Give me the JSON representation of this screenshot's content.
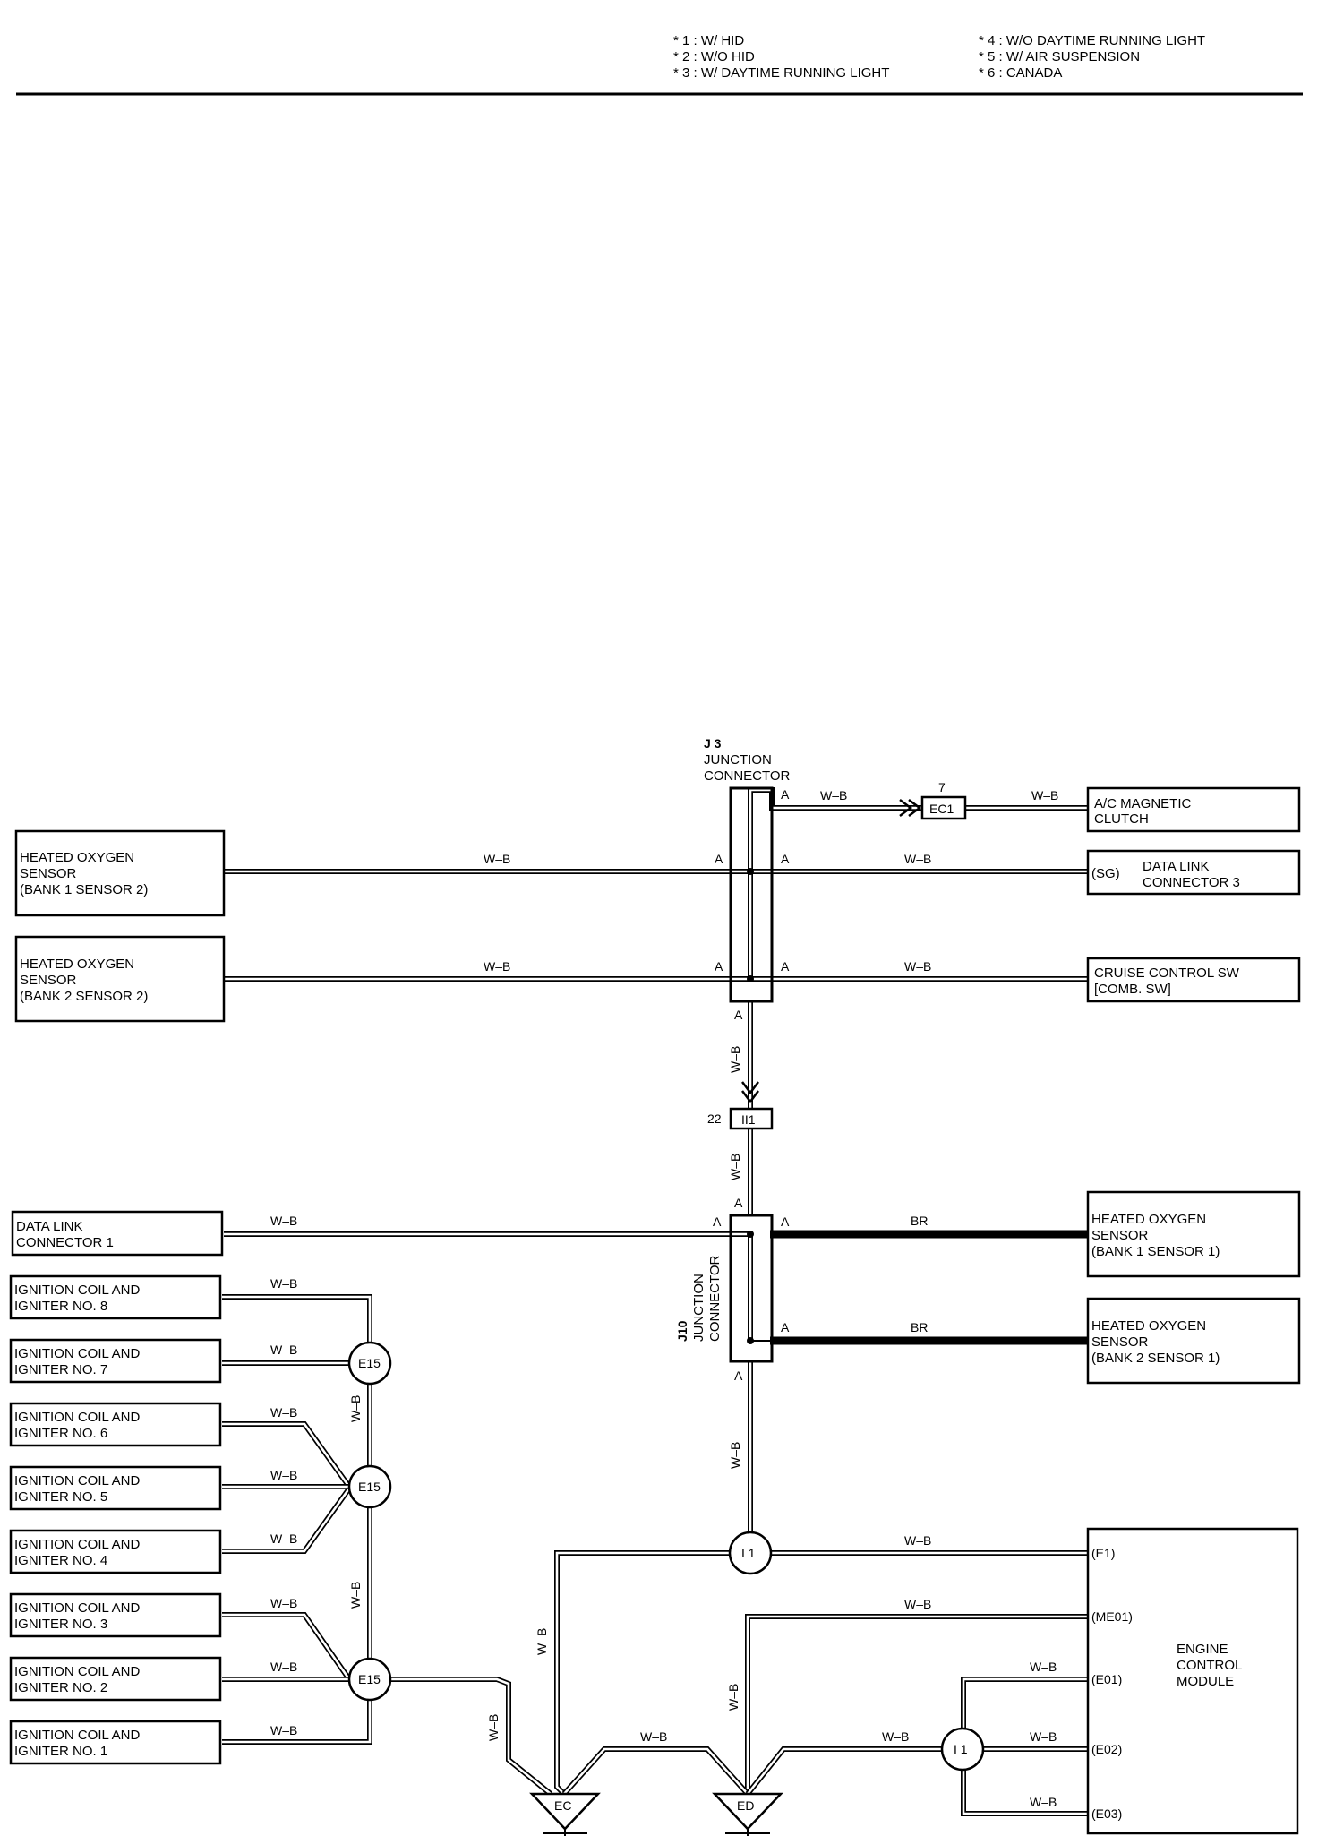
{
  "notes": [
    "* 1 : W/ HID",
    "* 2 : W/O HID",
    "* 3 : W/ DAYTIME RUNNING LIGHT",
    "* 4 : W/O DAYTIME RUNNING LIGHT",
    "* 5 : W/ AIR SUSPENSION",
    "* 6 : CANADA"
  ],
  "components": {
    "ho_b1s2": [
      "HEATED OXYGEN",
      "SENSOR",
      "(BANK 1 SENSOR 2)"
    ],
    "ho_b2s2": [
      "HEATED OXYGEN",
      "SENSOR",
      "(BANK 2 SENSOR 2)"
    ],
    "dlc1": [
      "DATA LINK",
      "CONNECTOR 1"
    ],
    "coil8": [
      "IGNITION COIL AND",
      "IGNITER NO. 8"
    ],
    "coil7": [
      "IGNITION COIL AND",
      "IGNITER NO. 7"
    ],
    "coil6": [
      "IGNITION COIL AND",
      "IGNITER NO. 6"
    ],
    "coil5": [
      "IGNITION COIL AND",
      "IGNITER NO. 5"
    ],
    "coil4": [
      "IGNITION COIL AND",
      "IGNITER NO. 4"
    ],
    "coil3": [
      "IGNITION COIL AND",
      "IGNITER NO. 3"
    ],
    "coil2": [
      "IGNITION COIL AND",
      "IGNITER NO. 2"
    ],
    "coil1": [
      "IGNITION COIL AND",
      "IGNITER NO. 1"
    ],
    "ac_clutch": [
      "A/C MAGNETIC",
      "CLUTCH"
    ],
    "dlc3": [
      "DATA LINK",
      "CONNECTOR 3"
    ],
    "dlc3_pin": "(SG)",
    "cruise": [
      "CRUISE CONTROL SW",
      "[COMB. SW]"
    ],
    "ho_b1s1": [
      "HEATED OXYGEN",
      "SENSOR",
      "(BANK 1 SENSOR 1)"
    ],
    "ho_b2s1": [
      "HEATED OXYGEN",
      "SENSOR",
      "(BANK 2 SENSOR 1)"
    ],
    "ecm": [
      "ENGINE",
      "CONTROL",
      "MODULE"
    ],
    "ecm_pins": [
      "(E1)",
      "(ME01)",
      "(E01)",
      "(E02)",
      "(E03)"
    ]
  },
  "junctions": {
    "j3_id": "J 3",
    "j3_name": [
      "JUNCTION",
      "CONNECTOR"
    ],
    "j10_id": "J10",
    "j10_name": [
      "JUNCTION",
      "CONNECTOR"
    ]
  },
  "connectors": {
    "ec1": "EC1",
    "ec1_pin": "7",
    "ii1": "II1",
    "ii1_pin": "22",
    "e15": "E15",
    "i1": "I 1",
    "ground_ec": "EC",
    "ground_ed": "ED"
  },
  "labels": {
    "wb": "W–B",
    "br": "BR",
    "a": "A"
  }
}
